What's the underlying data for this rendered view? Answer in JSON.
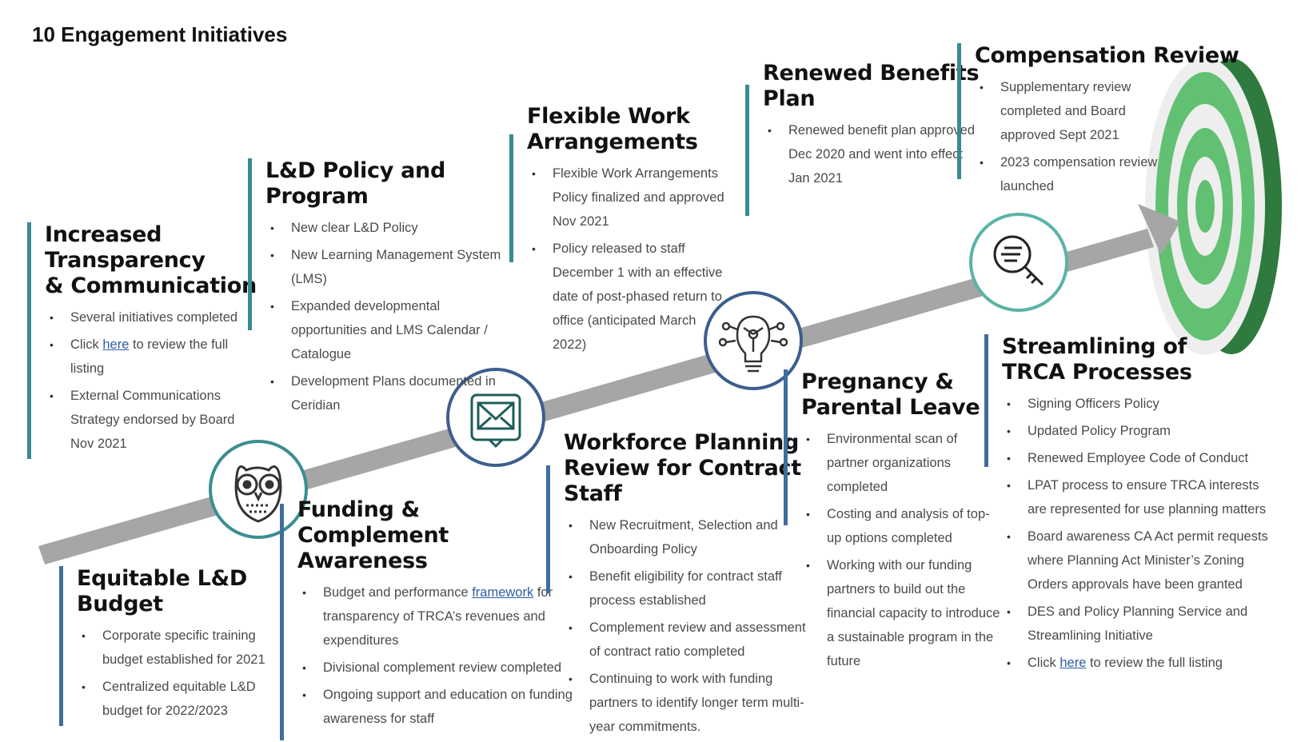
{
  "title": "10 Engagement Initiatives",
  "colors": {
    "arrow": "#a6a6a6",
    "circle_teal": "#3b8e90",
    "circle_blue": "#3c5e8e",
    "bar_blue": "#3f6e9e",
    "bar_teal": "#3a8a91",
    "target_dark": "#2f7a3e",
    "target_mid": "#62c073",
    "target_light": "#a9dfb1",
    "target_bg": "#eeeeee",
    "link": "#2e5da8"
  },
  "icons": {
    "owl": "owl-icon",
    "mail": "mail-chat-icon",
    "lightbulb": "lightbulb-network-icon",
    "search": "search-key-icon",
    "target": "target-icon"
  },
  "initiatives": [
    {
      "title": "Increased\nTransparency\n& Communication",
      "bullets": [
        {
          "pre": "Several initiatives completed",
          "link": "",
          "post": ""
        },
        {
          "pre": "Click ",
          "link": "here",
          "post": " to review the full listing"
        },
        {
          "pre": "External Communications Strategy endorsed by Board Nov 2021",
          "link": "",
          "post": ""
        }
      ]
    },
    {
      "title": "L&D Policy and\nProgram",
      "bullets": [
        {
          "pre": "New clear L&D Policy",
          "link": "",
          "post": ""
        },
        {
          "pre": "New Learning Management System (LMS)",
          "link": "",
          "post": ""
        },
        {
          "pre": "Expanded developmental opportunities and LMS Calendar / Catalogue",
          "link": "",
          "post": ""
        },
        {
          "pre": "Development Plans documented in Ceridian",
          "link": "",
          "post": ""
        }
      ]
    },
    {
      "title": "Flexible Work\nArrangements",
      "bullets": [
        {
          "pre": "Flexible Work Arrangements Policy finalized and approved Nov 2021",
          "link": "",
          "post": ""
        },
        {
          "pre": "Policy released to staff December 1 with an effective date of post-phased return to office (anticipated March 2022)",
          "link": "",
          "post": ""
        }
      ]
    },
    {
      "title": "Renewed Benefits\nPlan",
      "bullets": [
        {
          "pre": "Renewed benefit plan approved Dec 2020 and went into effect Jan 2021",
          "link": "",
          "post": ""
        }
      ]
    },
    {
      "title": "Compensation Review",
      "bullets": [
        {
          "pre": "Supplementary review completed and Board approved Sept 2021",
          "link": "",
          "post": ""
        },
        {
          "pre": "2023 compensation review launched",
          "link": "",
          "post": ""
        }
      ]
    },
    {
      "title": "Equitable L&D\nBudget",
      "bullets": [
        {
          "pre": "Corporate specific training budget established for 2021",
          "link": "",
          "post": ""
        },
        {
          "pre": "Centralized equitable L&D budget for 2022/2023",
          "link": "",
          "post": ""
        }
      ]
    },
    {
      "title": "Funding &\nComplement\nAwareness",
      "bullets": [
        {
          "pre": "Budget and performance ",
          "link": "framework",
          "post": " for transparency of TRCA’s revenues and expenditures"
        },
        {
          "pre": "Divisional complement review completed",
          "link": "",
          "post": ""
        },
        {
          "pre": "Ongoing support and education on funding awareness for staff",
          "link": "",
          "post": ""
        }
      ]
    },
    {
      "title": "Workforce Planning\nReview for Contract\nStaff",
      "bullets": [
        {
          "pre": "New Recruitment, Selection and Onboarding Policy",
          "link": "",
          "post": ""
        },
        {
          "pre": "Benefit eligibility for contract staff process established",
          "link": "",
          "post": ""
        },
        {
          "pre": "Complement review and assessment of contract ratio completed",
          "link": "",
          "post": ""
        },
        {
          "pre": "Continuing to work with funding partners to identify longer term multi-year commitments.",
          "link": "",
          "post": ""
        }
      ]
    },
    {
      "title": "Pregnancy &\nParental Leave",
      "bullets": [
        {
          "pre": "Environmental scan of partner organizations completed",
          "link": "",
          "post": ""
        },
        {
          "pre": "Costing and analysis of top-up options completed",
          "link": "",
          "post": ""
        },
        {
          "pre": "Working with our funding partners to build out the financial capacity to introduce a sustainable program in the future",
          "link": "",
          "post": ""
        }
      ]
    },
    {
      "title": "Streamlining of\nTRCA Processes",
      "bullets": [
        {
          "pre": "Signing Officers Policy",
          "link": "",
          "post": ""
        },
        {
          "pre": "Updated Policy Program",
          "link": "",
          "post": ""
        },
        {
          "pre": "Renewed Employee Code of Conduct",
          "link": "",
          "post": ""
        },
        {
          "pre": "LPAT process to ensure TRCA interests are represented for use planning matters",
          "link": "",
          "post": ""
        },
        {
          "pre": "Board awareness CA Act permit requests where Planning Act Minister’s Zoning Orders approvals have been granted",
          "link": "",
          "post": ""
        },
        {
          "pre": "DES and Policy Planning Service and Streamlining Initiative",
          "link": "",
          "post": ""
        },
        {
          "pre": "Click ",
          "link": "here",
          "post": " to review the full listing"
        }
      ]
    }
  ]
}
